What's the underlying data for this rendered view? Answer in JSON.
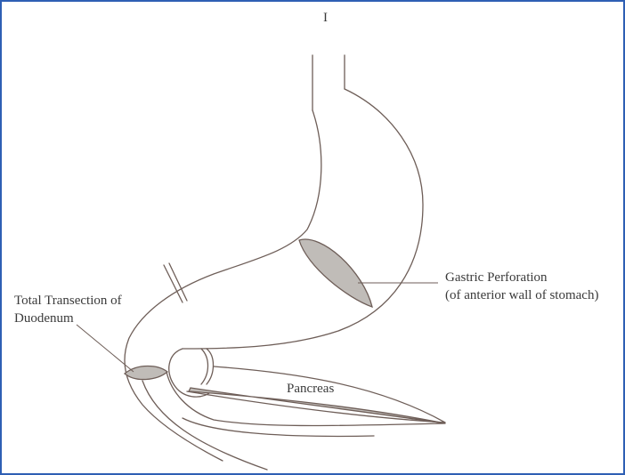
{
  "labels": {
    "top_marker": "I",
    "gastric_perforation_line1": "Gastric Perforation",
    "gastric_perforation_line2": "(of anterior wall of stomach)",
    "total_transection_line1": "Total Transection of",
    "total_transection_line2": "Duodenum",
    "pancreas": "Pancreas"
  },
  "colors": {
    "frame_border": "#2e5fb4",
    "outline": "#6e5e58",
    "shaded_region": "#c0bcb8",
    "text": "#3a3a3a"
  }
}
